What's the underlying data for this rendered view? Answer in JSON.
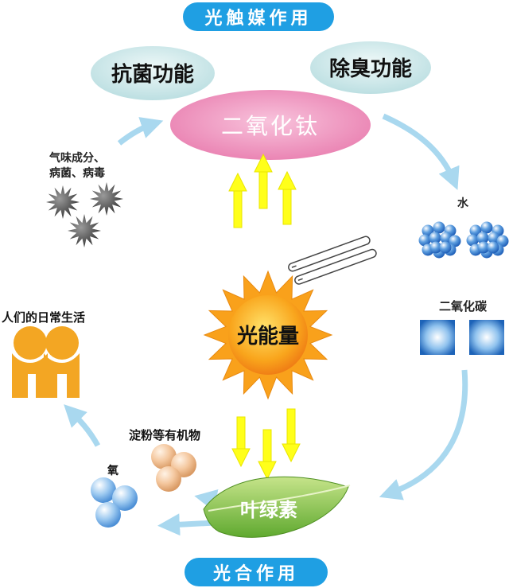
{
  "title_top": "光触媒作用",
  "title_bottom": "光合作用",
  "center_catalyst": "二氧化钛",
  "function_antibacterial": "抗菌功能",
  "function_deodorize": "除臭功能",
  "pollutants_label_line1": "气味成分、",
  "pollutants_label_line2": "病菌、病毒",
  "water_label": "水",
  "co2_label": "二氧化碳",
  "light_energy": "光能量",
  "daily_life_label": "人们的日常生活",
  "organics_label": "淀粉等有机物",
  "oxygen_label": "氧",
  "chlorophyll_label": "叶绿素",
  "colors": {
    "banner_blue": "#1f9fe3",
    "catalyst_pink": "#ee8fba",
    "bubble_teal": "#cfe8ea",
    "arrow_blue": "#a9d8ef",
    "arrow_yellow": "#ffff1a",
    "sun_orange": "#f7a81c",
    "leaf_green": "#7fc241",
    "person_orange": "#f3a623"
  }
}
